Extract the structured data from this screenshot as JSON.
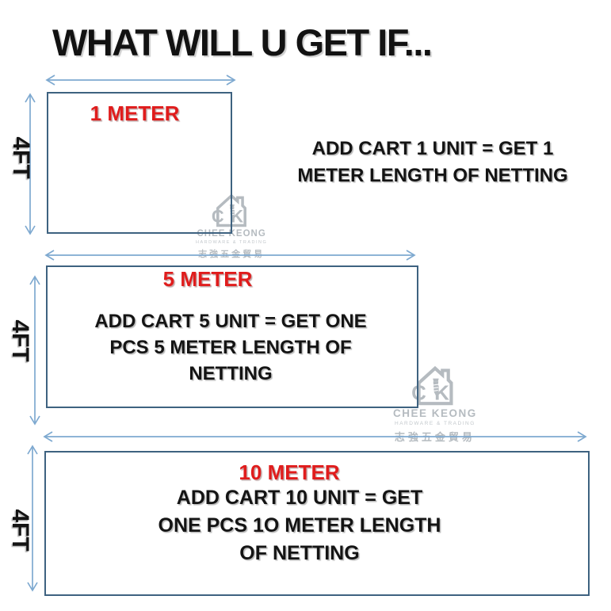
{
  "title": "WHAT WILL U GET IF...",
  "colors": {
    "arrow_blue": "#7ea9d0",
    "box_border": "#3e6280",
    "accent_red": "#e01c1c",
    "text_black": "#141414",
    "watermark_gray": "#b5bbc0"
  },
  "sections": [
    {
      "length_label": "1 METER",
      "height_label": "4FT",
      "description": [
        "ADD CART 1 UNIT = GET 1",
        "METER LENGTH OF NETTING"
      ]
    },
    {
      "length_label": "5 METER",
      "height_label": "4FT",
      "description": [
        "ADD CART 5 UNIT = GET ONE",
        "PCS 5 METER LENGTH OF",
        "NETTING"
      ]
    },
    {
      "length_label": "10 METER",
      "height_label": "4FT",
      "description": [
        "ADD CART 10 UNIT = GET",
        "ONE PCS 1O METER LENGTH",
        "OF NETTING"
      ]
    }
  ],
  "watermark": {
    "initials": "CK",
    "name": "CHEE KEONG",
    "tagline": "HARDWARE & TRADING",
    "chinese": "志強五金貿易"
  }
}
